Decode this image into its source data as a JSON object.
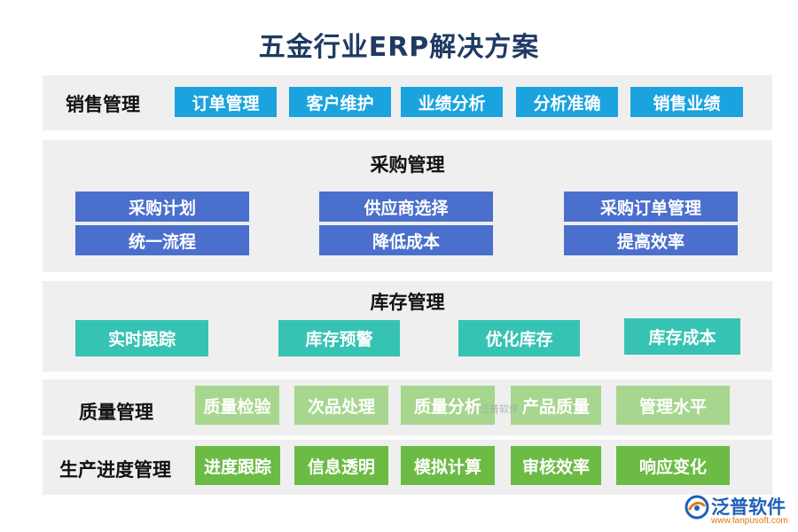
{
  "title": "五金行业ERP解决方案",
  "colors": {
    "title": "#1f3a63",
    "panel_bg": "#efefef",
    "sales_chip": "#1aa3df",
    "purchase_chip": "#4a6fcc",
    "inventory_chip": "#36c3b3",
    "quality_chip": "#a7d68e",
    "production_chip": "#6cbb45"
  },
  "sales": {
    "label": "销售管理",
    "items": [
      "订单管理",
      "客户维护",
      "业绩分析",
      "分析准确",
      "销售业绩"
    ]
  },
  "purchase": {
    "label": "采购管理",
    "items": [
      "采购计划",
      "供应商选择",
      "采购订单管理",
      "统一流程",
      "降低成本",
      "提高效率"
    ]
  },
  "inventory": {
    "label": "库存管理",
    "items": [
      "实时跟踪",
      "库存预警",
      "优化库存",
      "库存成本"
    ]
  },
  "quality": {
    "label": "质量管理",
    "items": [
      "质量检验",
      "次品处理",
      "质量分析",
      "产品质量",
      "管理水平"
    ]
  },
  "production": {
    "label": "生产进度管理",
    "items": [
      "进度跟踪",
      "信息透明",
      "模拟计算",
      "审核效率",
      "响应变化"
    ]
  },
  "watermark": "泛普软件",
  "logo": {
    "icon": "fanpu-logo-icon",
    "name": "泛普软件",
    "url": "www.fanpusoft.com"
  }
}
